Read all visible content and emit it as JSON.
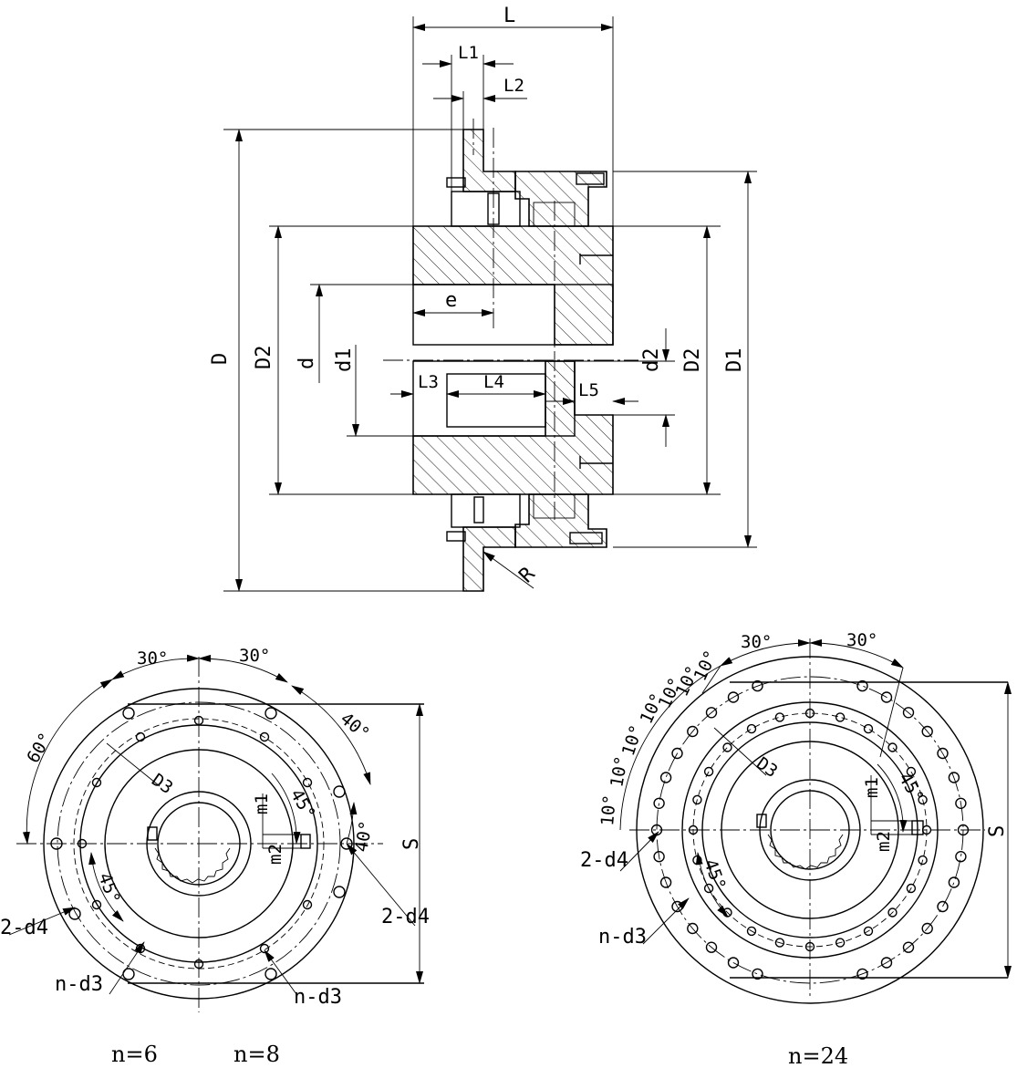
{
  "colors": {
    "ink": "#000000",
    "paper": "#ffffff"
  },
  "section_view": {
    "dimensions": {
      "L": "L",
      "L1": "L1",
      "L2": "L2",
      "D": "D",
      "D2_left": "D2",
      "d": "d",
      "d1": "d1",
      "e": "e",
      "L3": "L3",
      "L4": "L4",
      "L5": "L5",
      "d2": "d2",
      "D2_right": "D2",
      "D1": "D1",
      "R": "R"
    }
  },
  "flange_left": {
    "angles": {
      "a_top_left": "30°",
      "a_top_right": "30°",
      "a_left": "60°",
      "a_right_upper": "40°",
      "a_right_lower": "40°",
      "a_inner": "45°",
      "a_lower": "45°"
    },
    "labels": {
      "D3": "D3",
      "m1": "m1",
      "m2": "m2",
      "hole_2d4_left": "2-d4",
      "hole_2d4_right": "2-d4",
      "hole_nd3_left": "n-d3",
      "hole_nd3_right": "n-d3",
      "S": "S"
    },
    "counts": {
      "n_a": "n=6",
      "n_b": "n=8"
    }
  },
  "flange_right": {
    "angles": {
      "a_top_left": "30°",
      "a_top_right": "30°",
      "a_10_1": "10°",
      "a_10_2": "10°",
      "a_10_3": "10°",
      "a_10_4": "10°",
      "a_10_5": "10°",
      "a_10_6": "10°",
      "a_10_7": "10°",
      "a_inner": "45°",
      "a_lower": "45°"
    },
    "labels": {
      "D3": "D3",
      "m1": "m1",
      "m2": "m2",
      "hole_2d4": "2-d4",
      "hole_nd3": "n-d3",
      "S": "S"
    },
    "counts": {
      "n": "n=24"
    }
  }
}
